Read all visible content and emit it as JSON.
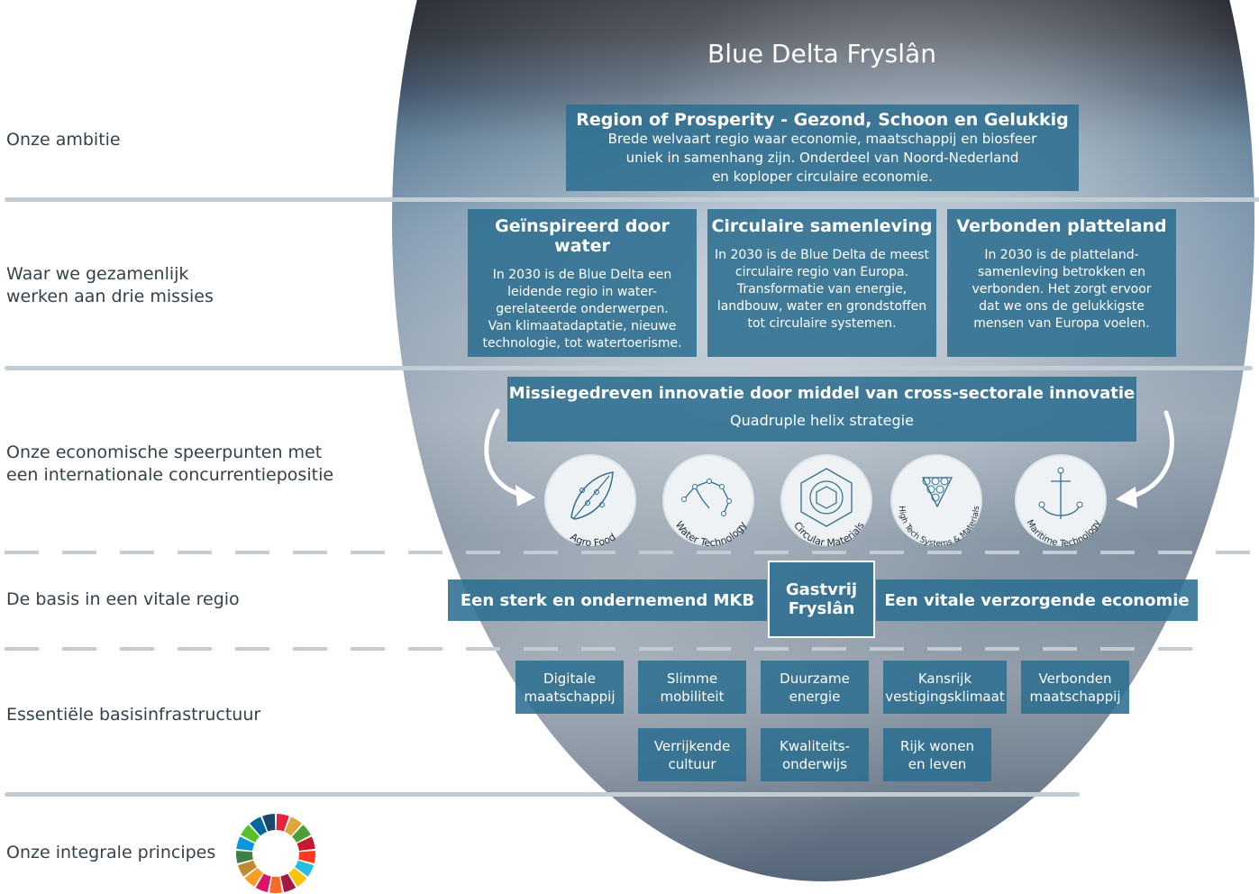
{
  "title": "Blue Delta Fryslân",
  "left_labels": {
    "ambitie": "Onze ambitie",
    "missies_1": "Waar we gezamenlijk",
    "missies_2": "werken aan drie missies",
    "speerpunten_1": "Onze economische speerpunten met",
    "speerpunten_2": "een internationale concurrentiepositie",
    "basis": "De basis in een vitale regio",
    "infra": "Essentiële basisinfrastructuur",
    "principes": "Onze integrale principes"
  },
  "ambition": {
    "heading": "Region of Prosperity - Gezond, Schoon en Gelukkig",
    "line1": "Brede welvaart regio waar economie, maatschappij en biosfeer",
    "line2": "uniek in samenhang zijn. Onderdeel van Noord-Nederland",
    "line3": "en koploper circulaire economie."
  },
  "missions": [
    {
      "title": "Geïnspireerd door water",
      "lines": [
        "In 2030 is de Blue Delta een",
        "leidende regio in water-",
        "gerelateerde onderwerpen.",
        "Van klimaatadaptatie, nieuwe",
        "technologie, tot watertoerisme."
      ]
    },
    {
      "title": "Circulaire samenleving",
      "lines": [
        "In 2030 is de Blue Delta de meest",
        "circulaire regio van Europa.",
        "Transformatie van energie,",
        "landbouw, water en grondstoffen",
        "tot circulaire systemen."
      ]
    },
    {
      "title": "Verbonden platteland",
      "lines": [
        "In 2030 is de platteland-",
        "samenleving betrokken en",
        "verbonden. Het zorgt ervoor",
        "dat we ons de gelukkigste",
        "mensen van Europa voelen."
      ]
    }
  ],
  "innovation": {
    "heading": "Missiegedreven innovatie door middel van cross-sectorale innovatie",
    "sub": "Quadruple helix strategie"
  },
  "focus_areas": [
    "Agro Food",
    "Water Technology",
    "Circular Materials",
    "High Tech Systems & Materials",
    "Maritime Technology"
  ],
  "basis": {
    "left": "Een sterk en ondernemend MKB",
    "center_1": "Gastvrij",
    "center_2": "Fryslân",
    "right": "Een vitale verzorgende economie"
  },
  "infrastructure_row1": [
    [
      "Digitale",
      "maatschappij"
    ],
    [
      "Slimme",
      "mobiliteit"
    ],
    [
      "Duurzame",
      "energie"
    ],
    [
      "Kansrijk",
      "vestigingsklimaat"
    ],
    [
      "Verbonden",
      "maatschappij"
    ]
  ],
  "infrastructure_row2": [
    [
      "Verrijkende",
      "cultuur"
    ],
    [
      "Kwaliteits-",
      "onderwijs"
    ],
    [
      "Rijk wonen",
      "en leven"
    ]
  ],
  "sdg_colors": [
    "#e5243b",
    "#dda63a",
    "#4c9f38",
    "#c5192d",
    "#ff3a21",
    "#26bde2",
    "#fcc30b",
    "#a21942",
    "#fd6925",
    "#dd1367",
    "#fd9d24",
    "#bf8b2e",
    "#3f7e44",
    "#0a97d9",
    "#56c02b",
    "#00689d",
    "#19486a"
  ]
}
